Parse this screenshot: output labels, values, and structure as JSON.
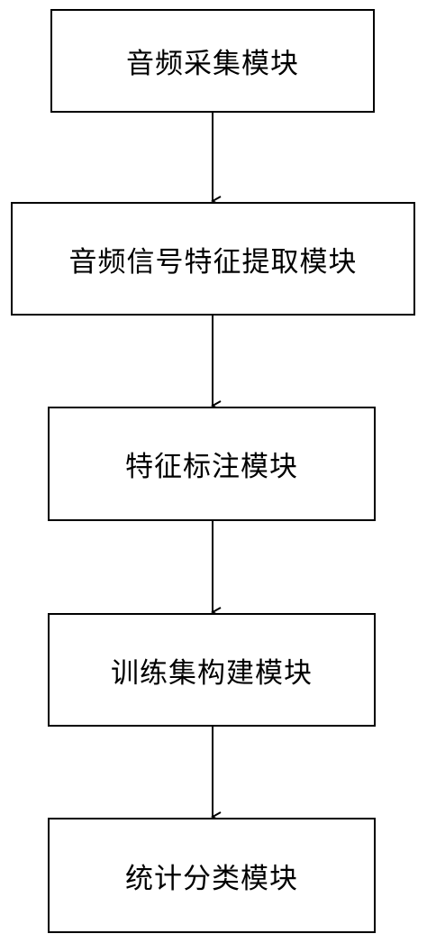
{
  "flowchart": {
    "steps": [
      {
        "label": "音频采集模块"
      },
      {
        "label": "音频信号特征提取模块"
      },
      {
        "label": "特征标注模块"
      },
      {
        "label": "训练集构建模块"
      },
      {
        "label": "统计分类模块"
      }
    ],
    "colors": {
      "stroke": "#000000",
      "background": "#ffffff",
      "text": "#000000"
    }
  }
}
